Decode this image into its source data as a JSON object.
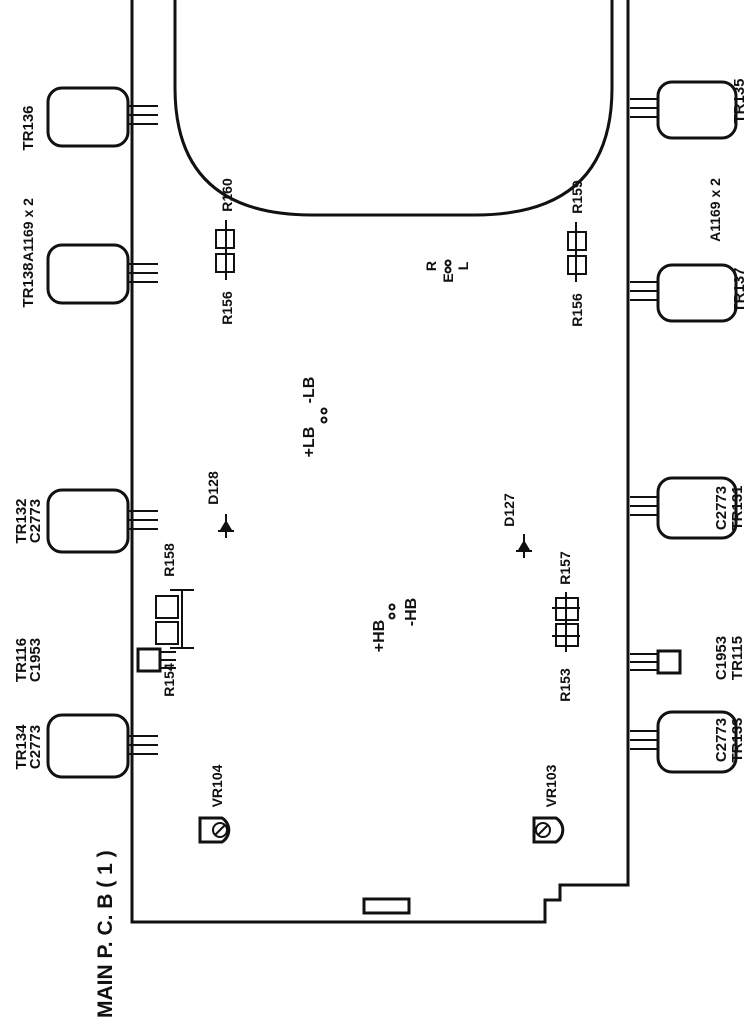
{
  "board_title": "MAIN P. C. B ( 1 )",
  "labels": {
    "tr136": "TR136",
    "a1169_top": "A1169 x 2",
    "tr138": "TR138",
    "tr132": "TR132",
    "c2773_top_mid": "C2773",
    "tr116": "TR116",
    "c1953_top": "C1953",
    "tr134": "TR134",
    "c2773_top_left": "C2773",
    "tr135": "TR135",
    "a1169_bottom": "A1169 x 2",
    "tr137": "TR137",
    "c2773_bot_mid": "C2773",
    "tr131": "TR131",
    "c1953_bot": "C1953",
    "tr115": "TR115",
    "c2773_bot_left": "C2773",
    "tr133": "TR133",
    "r156_top": "R156",
    "r160": "R160",
    "r156_bot": "R156",
    "r159": "R159",
    "r154": "R154",
    "r158": "R158",
    "r153": "R153",
    "r157": "R157",
    "d128": "D128",
    "d127": "D127",
    "vr104": "VR104",
    "vr103": "VR103",
    "plus_lb": "+LB",
    "minus_lb": "-LB",
    "plus_hb": "+HB",
    "minus_hb": "-HB",
    "term_r": "R",
    "term_e": "E",
    "term_l": "L"
  }
}
